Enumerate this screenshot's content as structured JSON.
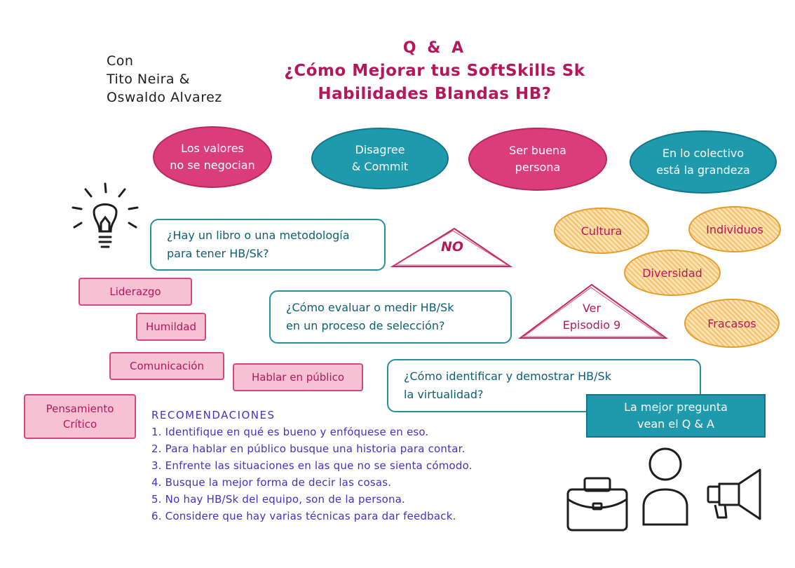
{
  "credits": [
    "Con",
    "Tito Neira &",
    "Oswaldo Alvarez"
  ],
  "title": {
    "line1": "Q & A",
    "line2": "¿Cómo Mejorar tus SoftSkills Sk",
    "line3": "Habilidades Blandas HB?"
  },
  "values": [
    {
      "line1": "Los valores",
      "line2": "no se negocian",
      "color": "pink"
    },
    {
      "line1": "Disagree",
      "line2": "& Commit",
      "color": "teal"
    },
    {
      "line1": "Ser buena",
      "line2": "persona",
      "color": "pink"
    },
    {
      "line1": "En lo colectivo",
      "line2": "está la grandeza",
      "color": "teal"
    }
  ],
  "questions": [
    {
      "line1": "¿Hay un libro o una metodología",
      "line2": "para tener HB/Sk?"
    },
    {
      "line1": "¿Cómo evaluar o medir HB/Sk",
      "line2": "en un proceso de selección?"
    },
    {
      "line1": "¿Cómo identificar y demostrar HB/Sk",
      "line2": "la virtualidad?"
    }
  ],
  "answers": {
    "no": "NO",
    "episode_line1": "Ver",
    "episode_line2": "Episodio 9",
    "best_line1": "La mejor pregunta",
    "best_line2": "vean el Q & A"
  },
  "skills": [
    "Liderazgo",
    "Humildad",
    "Comunicación",
    "Hablar en público",
    "Pensamiento",
    "Crítico"
  ],
  "culture": [
    "Cultura",
    "Individuos",
    "Diversidad",
    "Fracasos"
  ],
  "recommendations": {
    "title": "RECOMENDACIONES",
    "items": [
      "1. Identifique en qué es bueno y enfóquese en eso.",
      "2. Para hablar en público busque una historia para contar.",
      "3. Enfrente las situaciones en las que no se sienta cómodo.",
      "4. Busque la mejor forma de decir las cosas.",
      "5. No hay HB/Sk del equipo, son de la persona.",
      "6. Considere que hay varias técnicas para dar feedback."
    ]
  },
  "icons": [
    "lightbulb-icon",
    "briefcase-icon",
    "person-icon",
    "megaphone-icon"
  ],
  "colors": {
    "pink": "#db3d7a",
    "teal": "#1f9aad",
    "orange": "#f6c16c",
    "purple": "#4b2fc4",
    "magenta_text": "#b5175c"
  }
}
